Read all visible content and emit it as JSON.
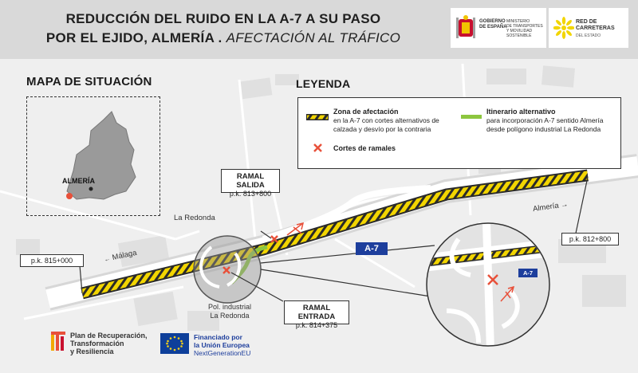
{
  "header": {
    "title_line1": "REDUCCIÓN DEL RUIDO EN LA A-7 A SU PASO",
    "title_line2": "POR EL EJIDO, ALMERÍA .",
    "title_sub": "AFECTACIÓN AL TRÁFICO",
    "gobierno_logo": {
      "line1": "GOBIERNO",
      "line2": "DE ESPAÑA",
      "ministry1": "MINISTERIO",
      "ministry2": "DE TRANSPORTES",
      "ministry3": "Y MOVILIDAD SOSTENIBLE"
    },
    "rce_logo": {
      "line1": "RED DE",
      "line2": "CARRETERAS",
      "line3": "DEL ESTADO"
    }
  },
  "situation_map": {
    "title": "MAPA DE SITUACIÓN",
    "place": "ALMERÍA"
  },
  "legend": {
    "title": "LEYENDA",
    "zona_title": "Zona de afectación",
    "zona_desc1": "en la A-7 con cortes alternativos de",
    "zona_desc2": "calzada y desvío por la contraria",
    "cortes": "Cortes de ramales",
    "itin_title": "Itinerario alternativo",
    "itin_desc1": "para incorporación A-7 sentido Almería",
    "itin_desc2": "desde polígono industrial La Redonda"
  },
  "map": {
    "ramal_salida": "RAMAL SALIDA",
    "ramal_salida_pk": "p.k. 813+800",
    "ramal_entrada": "RAMAL ENTRADA",
    "ramal_entrada_pk": "p.k. 814+375",
    "pk_815": "p.k. 815+000",
    "pk_812": "p.k. 812+800",
    "la_redonda": "La Redonda",
    "pol_industrial1": "Pol. industrial",
    "pol_industrial2": "La Redonda",
    "malaga": "Málaga",
    "almeria": "Almería",
    "road_badge": "A-7",
    "road_badge_zoom": "A-7"
  },
  "colors": {
    "affected_yellow": "#f2d500",
    "alternative_green": "#8dc63f",
    "cut_red": "#e8503a",
    "badge_blue": "#1d3e9c"
  },
  "footer": {
    "prtr1": "Plan de Recuperación,",
    "prtr2": "Transformación",
    "prtr3": "y Resiliencia",
    "eu1": "Financiado por",
    "eu2": "la Unión Europea",
    "eu3": "NextGenerationEU"
  }
}
